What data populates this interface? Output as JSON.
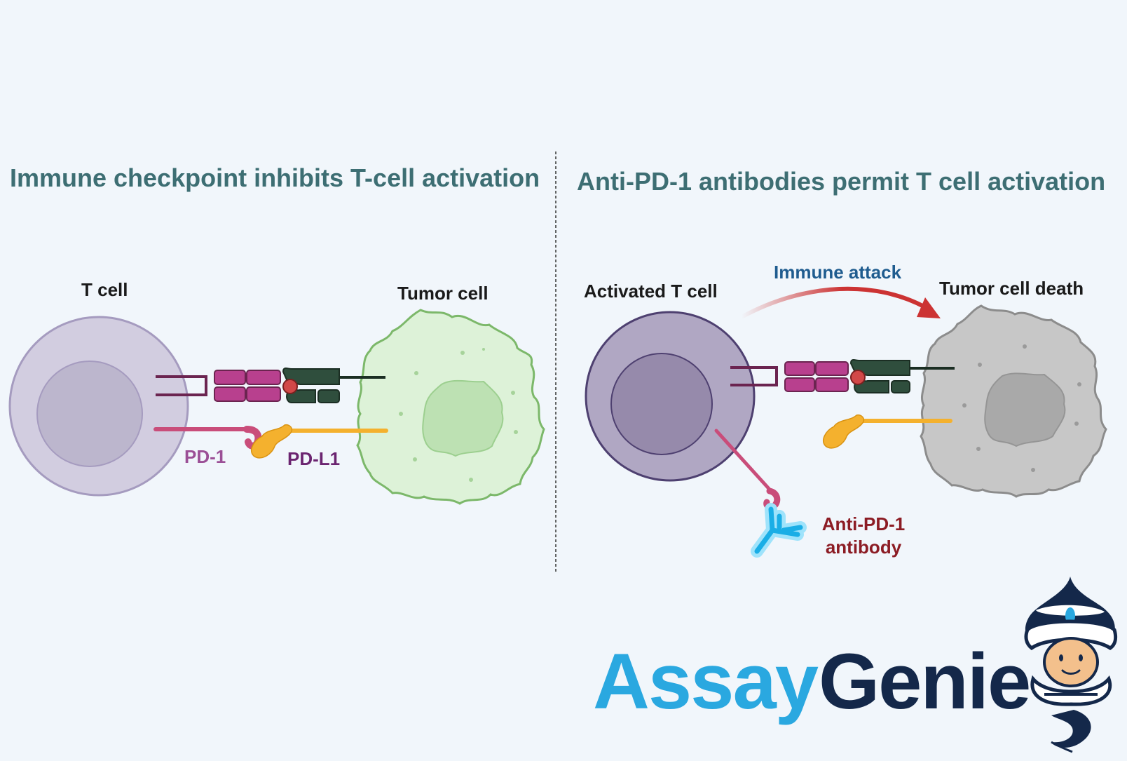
{
  "left_panel": {
    "title": "Immune checkpoint inhibits T-cell activation",
    "t_cell_label": "T cell",
    "tumor_label": "Tumor cell",
    "pd1_label": "PD-1",
    "pdl1_label": "PD-L1"
  },
  "right_panel": {
    "title": "Anti-PD-1 antibodies permit T cell activation",
    "t_cell_label": "Activated T cell",
    "tumor_label": "Tumor cell death",
    "attack_label": "Immune attack",
    "antibody_label_line1": "Anti-PD-1",
    "antibody_label_line2": "antibody"
  },
  "logo": {
    "part1": "Assay",
    "part2": "Genie"
  },
  "colors": {
    "title": "#3d6e73",
    "pd1": "#9b4f96",
    "pdl1": "#6b2470",
    "attack": "#1f5c8f",
    "antibody": "#8c1c24",
    "logo_blue": "#2aa8e0",
    "logo_dark": "#14284a",
    "receptor": "#b8408e",
    "mhc": "#2f4e3d",
    "ligand": "#f4b12e"
  }
}
